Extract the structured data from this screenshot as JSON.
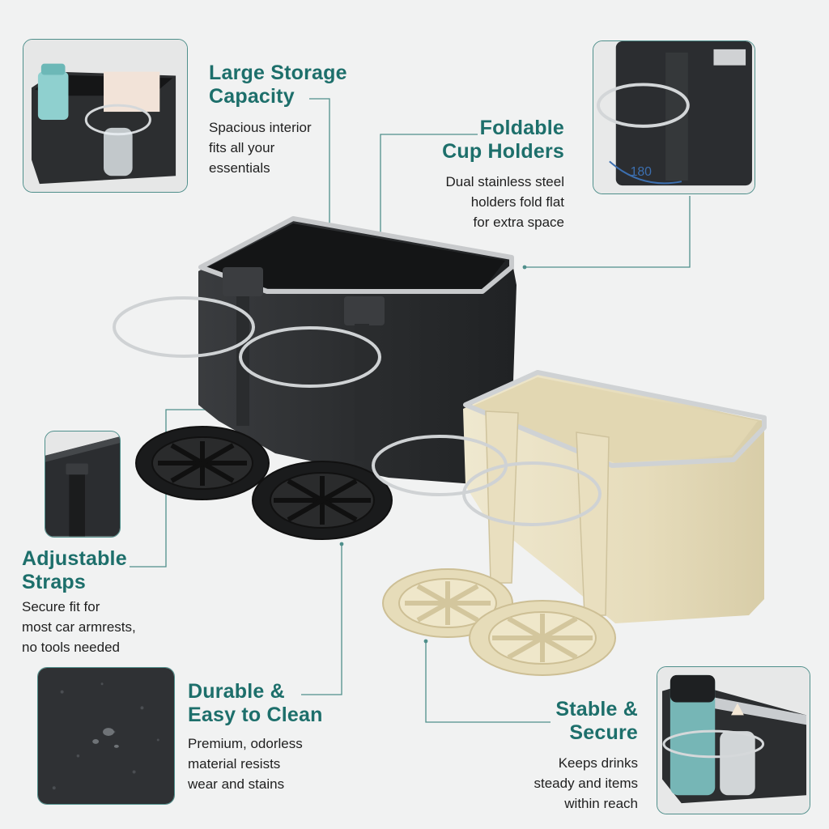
{
  "colors": {
    "accent": "#1d6f6b",
    "frame": "#4f8f8b",
    "background": "#f1f2f2",
    "black_box": "#2b2d2f",
    "beige_box": "#ece4c8"
  },
  "features": {
    "storage": {
      "title": [
        "Large Storage",
        "Capacity"
      ],
      "desc": [
        "Spacious interior",
        "fits all your",
        "essentials"
      ]
    },
    "cup_holders": {
      "title": [
        "Foldable",
        "Cup Holders"
      ],
      "desc": [
        "Dual stainless steel",
        "holders fold flat",
        "for extra space"
      ]
    },
    "straps": {
      "title": [
        "Adjustable",
        "Straps"
      ],
      "desc": [
        "Secure fit for",
        "most car armrests,",
        "no tools needed"
      ]
    },
    "durable": {
      "title": [
        "Durable &",
        "Easy to Clean"
      ],
      "desc": [
        "Premium, odorless",
        "material resists",
        "wear and stains"
      ]
    },
    "stable": {
      "title": [
        "Stable &",
        "Secure"
      ],
      "desc": [
        "Keeps drinks",
        "steady and items",
        "within reach"
      ]
    }
  },
  "insets": {
    "storage": {
      "icon": "organizer-with-bottle-photo"
    },
    "cup_holders": {
      "icon": "cup-holder-rotation-photo",
      "rotation_label": "180"
    },
    "straps": {
      "icon": "strap-closeup-photo"
    },
    "durable": {
      "icon": "textured-surface-photo"
    },
    "stable": {
      "icon": "organizer-with-thermos-photo"
    }
  },
  "products": {
    "black": {
      "icon": "black-organizer"
    },
    "beige": {
      "icon": "beige-organizer"
    }
  }
}
